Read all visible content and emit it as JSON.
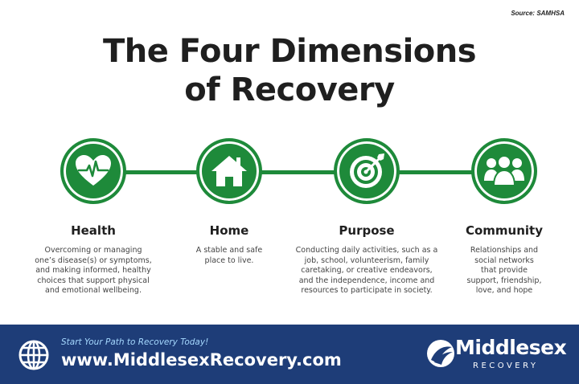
{
  "source": "Source: SAMHSA",
  "title_line1": "The Four Dimensions",
  "title_line2": "of Recovery",
  "colors": {
    "green": "#1e8a3a",
    "navy": "#1e3d78"
  },
  "dimensions": [
    {
      "icon": "heart-pulse-icon",
      "title": "Health",
      "lines": [
        "Overcoming or managing",
        "one’s disease(s) or symptoms,",
        "and making informed, healthy",
        "choices that support physical",
        "and emotional wellbeing."
      ]
    },
    {
      "icon": "house-icon",
      "title": "Home",
      "lines": [
        "A stable and safe",
        "place to live."
      ]
    },
    {
      "icon": "target-icon",
      "title": "Purpose",
      "lines": [
        "Conducting daily activities, such as a",
        "job, school, volunteerism, family",
        "caretaking, or creative endeavors,",
        "and the independence, income and",
        "resources to participate in society."
      ]
    },
    {
      "icon": "group-icon",
      "title": "Community",
      "lines": [
        "Relationships and",
        "social networks",
        "that provide",
        "support, friendship,",
        "love, and hope"
      ]
    }
  ],
  "footer": {
    "tagline": "Start Your Path to Recovery Today!",
    "url": "www.MiddlesexRecovery.com",
    "logo_name": "Middlesex",
    "logo_sub": "RECOVERY"
  }
}
